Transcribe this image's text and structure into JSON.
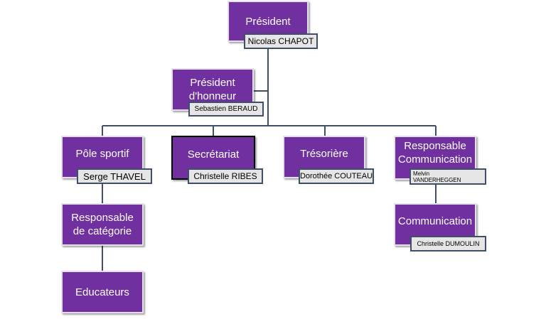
{
  "colors": {
    "box_fill": "#7030a0",
    "name_fill": "#e6e6e6",
    "name_border": "#3f4f68",
    "connector": "#3f4f68"
  },
  "nodes": {
    "president": {
      "title": "Président",
      "name": "Nicolas CHAPOT"
    },
    "honorary": {
      "title": "Président d'honneur",
      "name": "Sebastien BERAUD"
    },
    "sport": {
      "title": "Pôle sportif",
      "name": "Serge THAVEL"
    },
    "secretariat": {
      "title": "Secrétariat",
      "name": "Christelle RIBES"
    },
    "treasurer": {
      "title": "Trésorière",
      "name": "Dorothée COUTEAU"
    },
    "comm_manager": {
      "title": "Responsable Communication",
      "name": "Melvin VANDERHEGGEN"
    },
    "category_manager": {
      "title": "Responsable de catégorie"
    },
    "educators": {
      "title": "Educateurs"
    },
    "communication": {
      "title": "Communication",
      "name": "Christelle DUMOULIN"
    }
  }
}
